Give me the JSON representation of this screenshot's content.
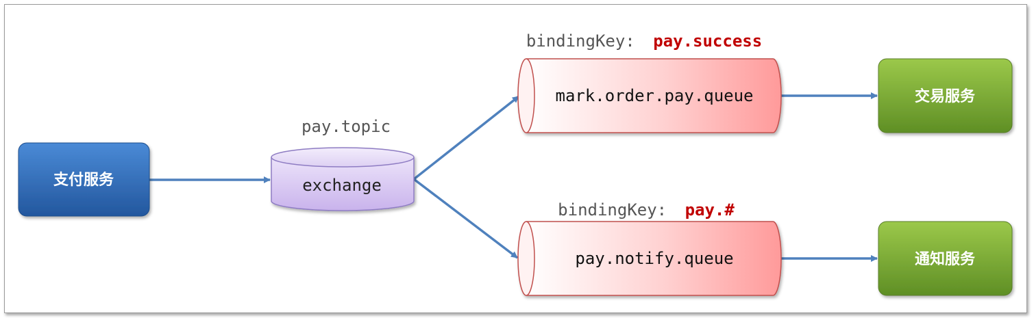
{
  "publisher": {
    "label": "支付服务"
  },
  "exchange": {
    "name": "pay.topic",
    "label": "exchange"
  },
  "queues": [
    {
      "binding_prefix": "bindingKey:",
      "binding_key": "pay.success",
      "label": "mark.order.pay.queue"
    },
    {
      "binding_prefix": "bindingKey:",
      "binding_key": "pay.#",
      "label": "pay.notify.queue"
    }
  ],
  "consumers": [
    {
      "label": "交易服务"
    },
    {
      "label": "通知服务"
    }
  ],
  "colors": {
    "publisher": "#2e6bb8",
    "exchange": "#d9c9f0",
    "queue": "#ff9e9e",
    "consumer": "#7fae3a",
    "arrow": "#4f81bd",
    "binding_key": "#c00000",
    "caption": "#555555"
  }
}
